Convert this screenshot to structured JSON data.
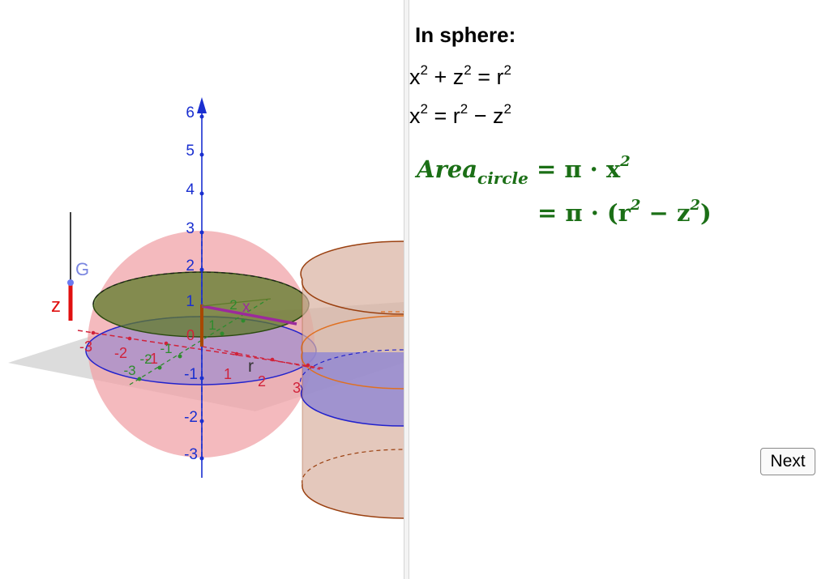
{
  "view3d": {
    "z_axis_ticks": [
      "6",
      "5",
      "4",
      "3",
      "2",
      "1",
      "-1",
      "-2",
      "-3"
    ],
    "x_axis_ticks": [
      "-3",
      "-2",
      "-1",
      "0",
      "1",
      "2",
      "3"
    ],
    "y_axis_ticks": [
      "-3",
      "-2",
      "-1",
      "1",
      "2"
    ],
    "label_G": "G",
    "label_z": "z",
    "label_x": "x",
    "label_r": "r",
    "colors": {
      "sphere": "#f0a3a8",
      "cross_section": "#5e7b2a",
      "base_disc": "#8a82d6",
      "cylinder": "#d8b0a0",
      "axis_z": "#1a2fd0",
      "axis_x": "#d0223a",
      "axis_y": "#2e8b2e",
      "slider_z": "#e01010",
      "highlight_x": "#9c2a9c"
    }
  },
  "panel": {
    "heading": "In sphere:",
    "eq1_lhs": "x",
    "eq1_mid": " + z",
    "eq1_rhs": " = r",
    "eq2_lhs": "x",
    "eq2_mid": " = r",
    "eq2_rhs": " − z",
    "exp": "2",
    "area_word": "Area",
    "area_sub": "circle",
    "area_eq1": " = π · x",
    "area_eq2_a": "= π · (r",
    "area_eq2_b": " − z",
    "area_eq2_c": ")",
    "next_label": "Next"
  }
}
